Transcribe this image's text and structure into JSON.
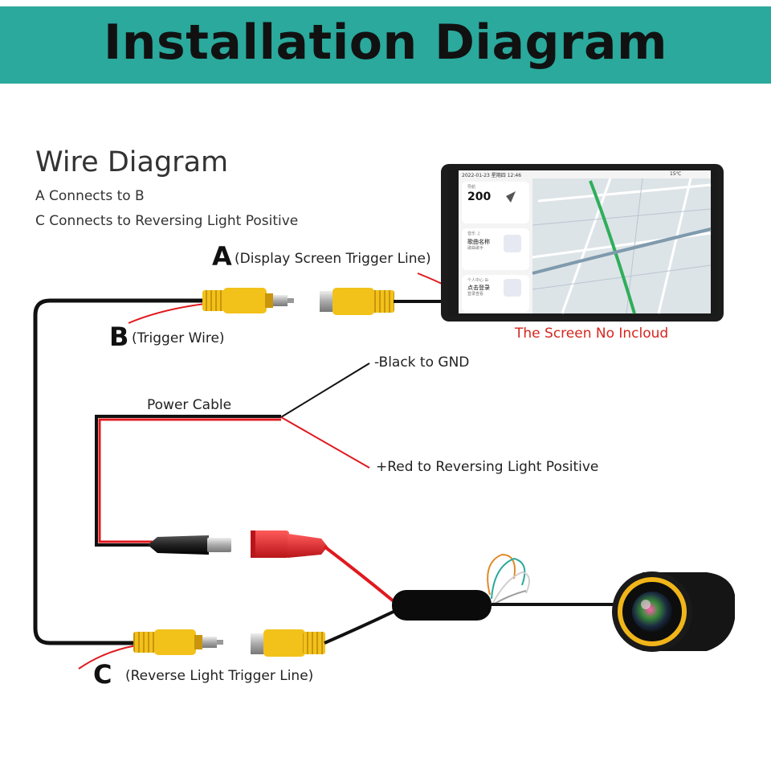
{
  "header": {
    "title": "Installation Diagram"
  },
  "wire_diagram": {
    "title": "Wire Diagram",
    "lines": [
      "A Connects to B",
      "C Connects to Reversing Light Positive"
    ]
  },
  "labels": {
    "a_letter": "A",
    "a_text": "(Display Screen Trigger Line)",
    "b_letter": "B",
    "b_text": "(Trigger Wire)",
    "c_letter": "C",
    "c_text": "(Reverse Light Trigger Line)",
    "power_cable": "Power Cable",
    "black_gnd": "-Black to GND",
    "red_positive": "+Red to Reversing Light Positive",
    "screen_note": "The Screen No Incloud"
  },
  "screen": {
    "date": "2022-01-23",
    "weekday": "星期四",
    "time": "12:46",
    "temp": "15℃",
    "speed_label": "导航",
    "speed": "200",
    "music_label": "音乐 ♫",
    "song_title": "歌曲名称",
    "song_artist": "歌曲歌手",
    "user_label": "个人中心 ⊞",
    "user_title": "点击登录",
    "user_sub": "登录查看"
  },
  "colors": {
    "banner": "#2aa99c",
    "rca_yellow": "#f2c21b",
    "red_wire": "#e0191e",
    "black_wire": "#111111",
    "red_socket": "#d8262a",
    "lens_ring": "#f1b51a"
  }
}
